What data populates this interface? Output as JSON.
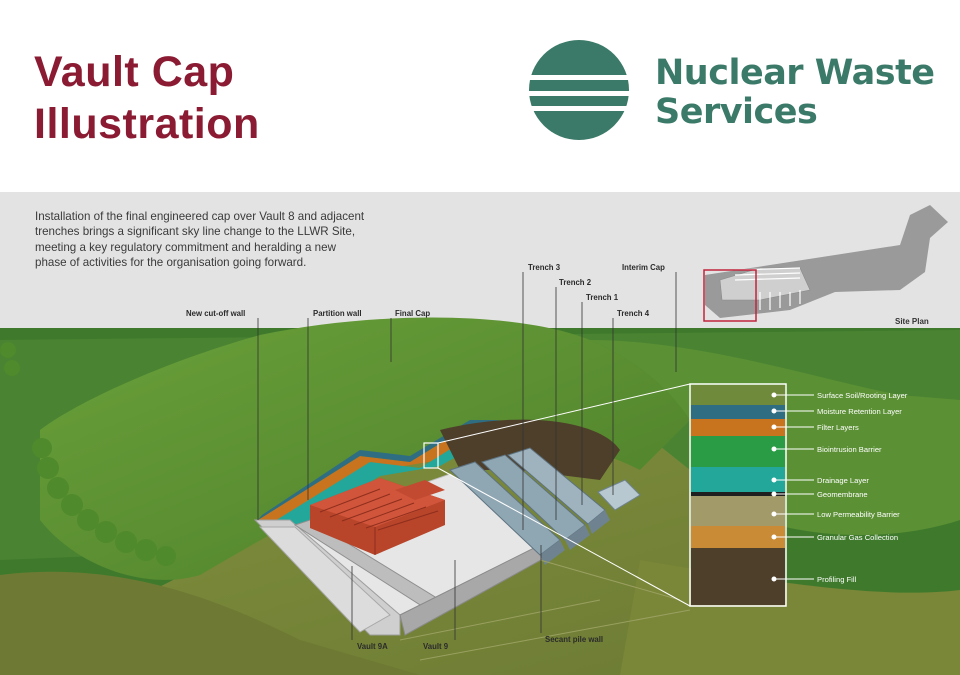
{
  "header": {
    "title_line1": "Vault Cap",
    "title_line2": "Illustration",
    "brand": {
      "name_line1": "Nuclear Waste",
      "name_line2": "Services",
      "logo_icon": "striped-circle-logo-icon",
      "color": "#3b7a68"
    }
  },
  "description": "Installation of the final engineered cap over Vault 8 and adjacent trenches brings a significant sky line change to the LLWR Site, meeting a key regulatory commitment and heralding a new phase of activities for the organisation going forward.",
  "site_plan": {
    "label": "Site Plan"
  },
  "labels": {
    "new_cutoff_wall": "New cut-off wall",
    "partition_wall": "Partition wall",
    "final_cap": "Final Cap",
    "trench3": "Trench 3",
    "trench2": "Trench 2",
    "trench1": "Trench 1",
    "trench4": "Trench 4",
    "interim_cap": "Interim Cap",
    "vault9a": "Vault 9A",
    "vault9": "Vault 9",
    "secant_pile_wall": "Secant pile wall"
  },
  "layers": [
    {
      "name": "Surface Soil/Rooting Layer",
      "color": "#6f8a3a"
    },
    {
      "name": "Moisture Retention Layer",
      "color": "#2f6d83"
    },
    {
      "name": "Filter Layers",
      "color": "#c8741e"
    },
    {
      "name": "Biointrusion Barrier",
      "color": "#2a9c46"
    },
    {
      "name": "Drainage Layer",
      "color": "#22a79a"
    },
    {
      "name": "Geomembrane",
      "color": "#1f1f1f"
    },
    {
      "name": "Low Permeability Barrier",
      "color": "#a39a6a"
    },
    {
      "name": "Granular Gas Collection",
      "color": "#c98b35"
    },
    {
      "name": "Profiling Fill",
      "color": "#4e3f2b"
    }
  ],
  "colors": {
    "title": "#8a1b32",
    "sky_band": "#e3e3e3",
    "grass": "#5f8f33"
  }
}
